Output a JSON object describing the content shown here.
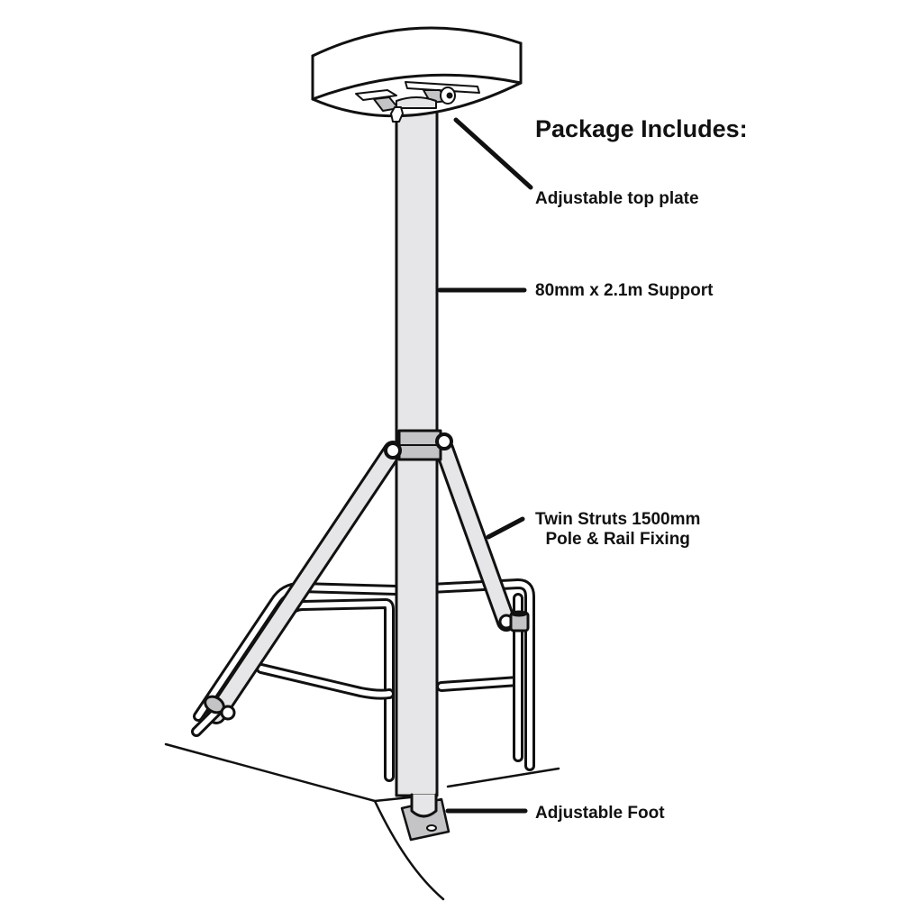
{
  "title": "Package Includes:",
  "callouts": {
    "top_plate": "Adjustable top plate",
    "support": "80mm x 2.1m Support",
    "struts_line1": "Twin Struts 1500mm",
    "struts_line2": "Pole & Rail Fixing",
    "foot": "Adjustable Foot"
  },
  "colors": {
    "stroke": "#111111",
    "pole_fill": "#e6e6e8",
    "clamp_fill": "#c4c4c6",
    "background": "#ffffff"
  }
}
